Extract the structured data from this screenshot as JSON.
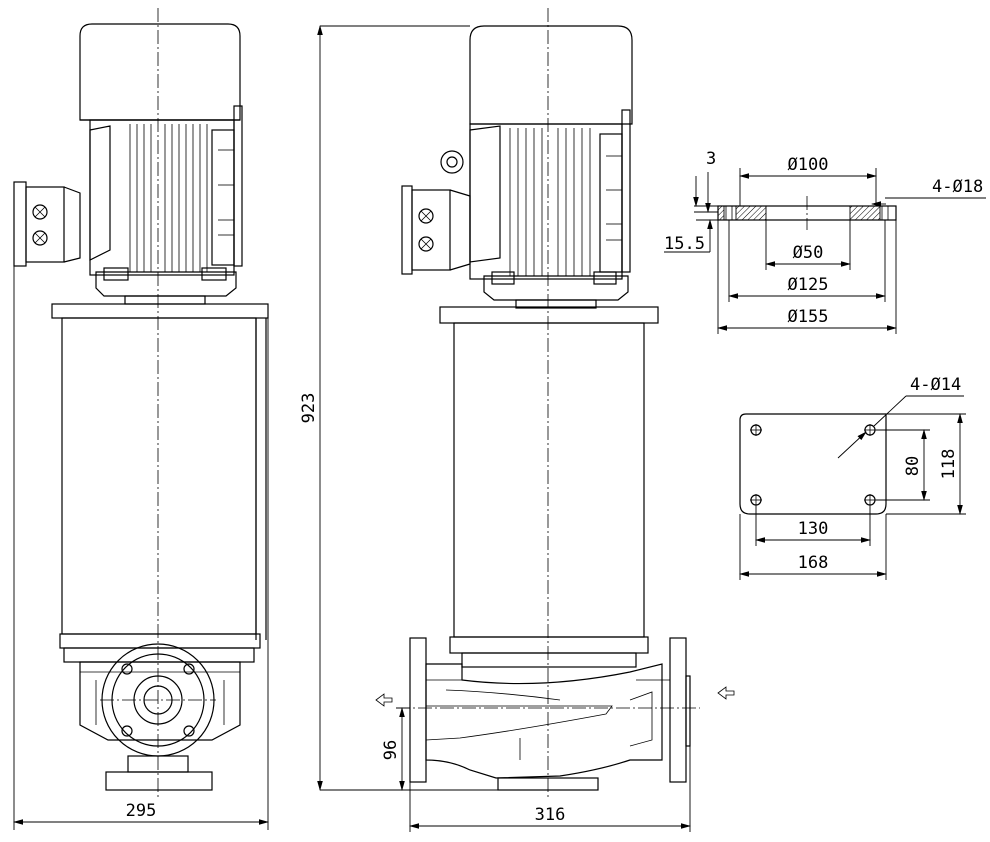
{
  "drawing": {
    "dimensions": {
      "overall_height": "923",
      "side_width": "295",
      "front_width": "316",
      "inlet_height": "96",
      "flange_thickness": "3",
      "flange_offset": "15.5",
      "flange_d100": "Ø100",
      "flange_d50": "Ø50",
      "flange_d125": "Ø125",
      "flange_d155": "Ø155",
      "flange_holes": "4-Ø18",
      "base_holes": "4-Ø14",
      "base_w130": "130",
      "base_w168": "168",
      "base_h80": "80",
      "base_h118": "118"
    }
  }
}
